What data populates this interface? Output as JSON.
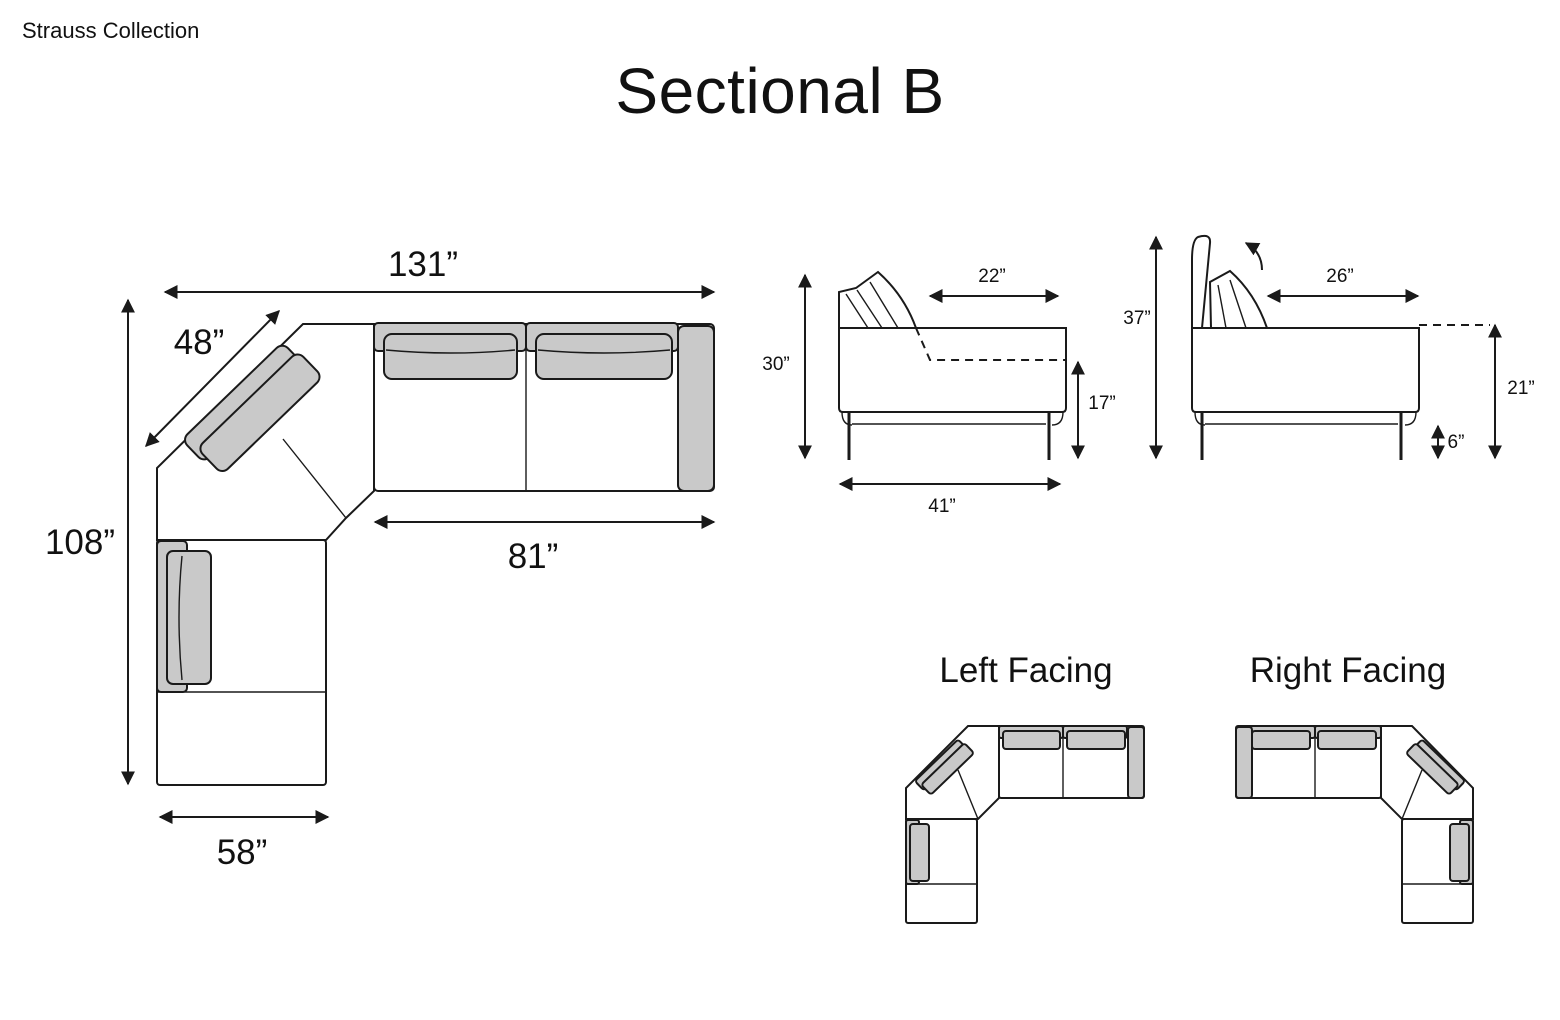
{
  "header": {
    "collection": "Strauss Collection",
    "title": "Sectional B"
  },
  "plan_view": {
    "overall_width": "131”",
    "overall_depth": "108”",
    "corner_width": "48”",
    "sofa_length": "81”",
    "chaise_width": "58”"
  },
  "side_view_standard": {
    "height": "30”",
    "seat_depth": "22”",
    "seat_height": "17”",
    "total_depth": "41”"
  },
  "side_view_reclined": {
    "height": "37”",
    "seat_depth": "26”",
    "arm_height": "21”",
    "leg_height": "6”"
  },
  "configurations": {
    "left_label": "Left Facing",
    "right_label": "Right Facing"
  },
  "colors": {
    "line": "#1a1a1a",
    "cushion": "#c9c9c9"
  }
}
